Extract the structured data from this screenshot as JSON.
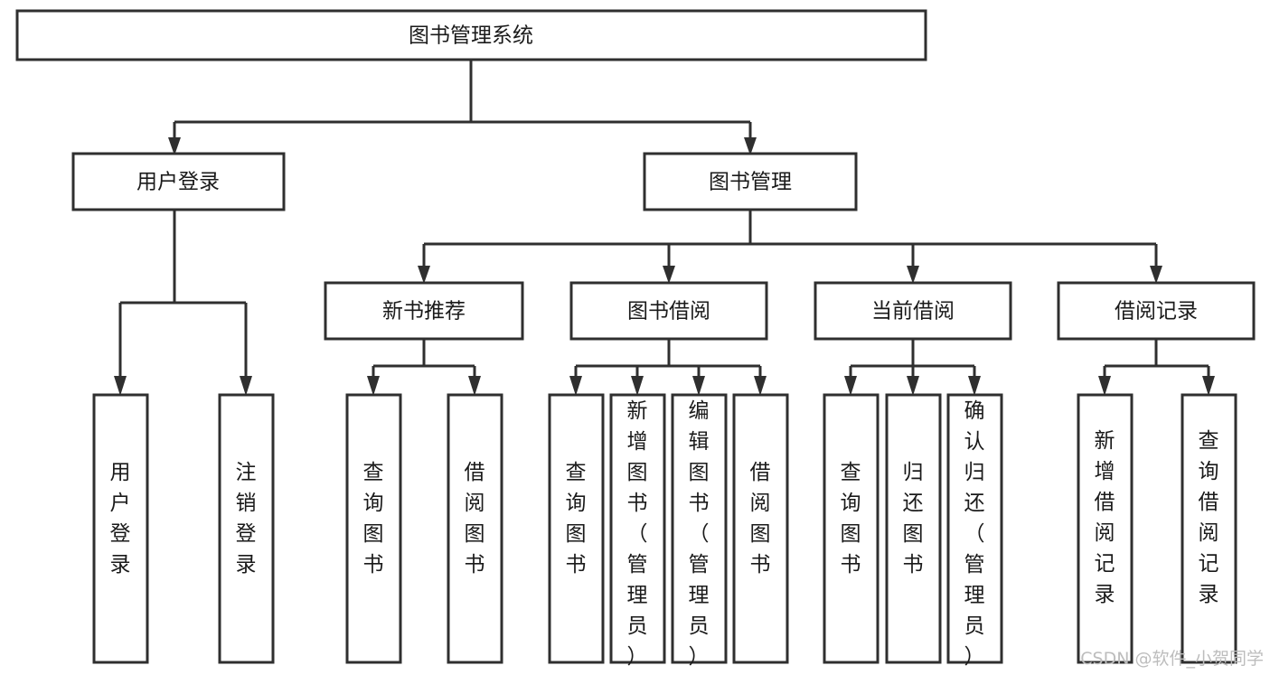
{
  "diagram": {
    "kind": "hierarchy-tree",
    "title": "图书管理系统",
    "orientation": "top-down",
    "root": {
      "id": "root",
      "label": "图书管理系统"
    },
    "level2": [
      {
        "id": "user-login",
        "label": "用户登录"
      },
      {
        "id": "book-manage",
        "label": "图书管理"
      }
    ],
    "level3": [
      {
        "id": "new-book-recommend",
        "label": "新书推荐",
        "parent": "book-manage"
      },
      {
        "id": "book-borrow",
        "label": "图书借阅",
        "parent": "book-manage"
      },
      {
        "id": "current-borrow",
        "label": "当前借阅",
        "parent": "book-manage"
      },
      {
        "id": "borrow-record",
        "label": "借阅记录",
        "parent": "book-manage"
      }
    ],
    "leaves": {
      "user-login": [
        {
          "id": "leaf-user-login",
          "label": "用户登录"
        },
        {
          "id": "leaf-user-logout",
          "label": "注销登录"
        }
      ],
      "new-book-recommend": [
        {
          "id": "leaf-query-book-1",
          "label": "查询图书"
        },
        {
          "id": "leaf-borrow-book-1",
          "label": "借阅图书"
        }
      ],
      "book-borrow": [
        {
          "id": "leaf-query-book-2",
          "label": "查询图书"
        },
        {
          "id": "leaf-add-book",
          "label": "新增图书（管理员）"
        },
        {
          "id": "leaf-edit-book",
          "label": "编辑图书（管理员）"
        },
        {
          "id": "leaf-borrow-book-2",
          "label": "借阅图书"
        }
      ],
      "current-borrow": [
        {
          "id": "leaf-query-book-3",
          "label": "查询图书"
        },
        {
          "id": "leaf-return-book",
          "label": "归还图书"
        },
        {
          "id": "leaf-confirm-return",
          "label": "确认归还（管理员）"
        }
      ],
      "borrow-record": [
        {
          "id": "leaf-add-record",
          "label": "新增借阅记录"
        },
        {
          "id": "leaf-query-record",
          "label": "查询借阅记录"
        }
      ]
    }
  },
  "watermark": {
    "text": "CSDN @软件_小贺同学"
  },
  "colors": {
    "background": "#ffffff",
    "box_fill": "#ffffff",
    "box_stroke": "#2f2f2f",
    "text": "#1a1a1a",
    "watermark": "#bdbdbd"
  }
}
